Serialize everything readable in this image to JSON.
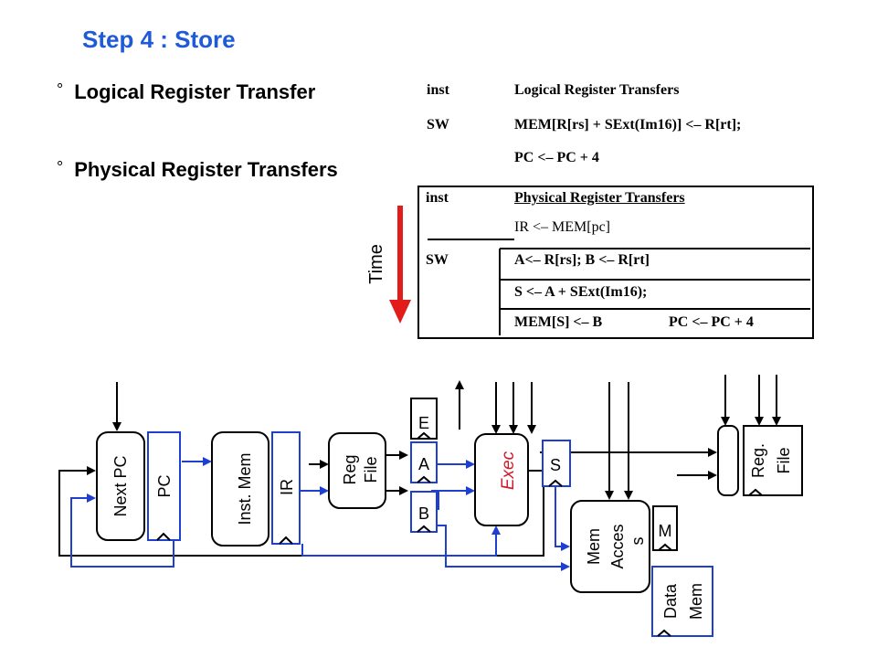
{
  "title": "Step 4 : Store",
  "bullets": {
    "marker": "°",
    "logical": "Logical Register Transfer",
    "physical": "Physical Register Transfers"
  },
  "logical_table": {
    "col1_header": "inst",
    "col2_header": "Logical Register Transfers",
    "inst": "SW",
    "line1": "MEM[R[rs] + SExt(Im16)] <– R[rt];",
    "line2": "PC <– PC + 4"
  },
  "physical_table": {
    "col1_header": "inst",
    "col2_header": "Physical Register Transfers",
    "row0": "IR <– MEM[pc]",
    "inst": "SW",
    "row1": "A<– R[rs]; B <– R[rt]",
    "row2": "S <– A + SExt(Im16);",
    "row3a": "MEM[S] <– B",
    "row3b": "PC <– PC + 4"
  },
  "time_label": "Time",
  "blocks": {
    "next_pc": "Next PC",
    "pc": "PC",
    "inst_mem": "Inst. Mem",
    "ir": "IR",
    "reg_file_1": "Reg",
    "reg_file_2": "File",
    "e": "E",
    "a": "A",
    "b": "B",
    "exec": "Exec",
    "s": "S",
    "mem_1": "Mem",
    "mem_2": "Acces",
    "mem_3": "s",
    "m": "M",
    "data_mem_1": "Data",
    "data_mem_2": "Mem",
    "reg_file2_1": "Reg.",
    "reg_file2_2": "File"
  },
  "colors": {
    "title": "#1f5bd6",
    "wire_blue": "#1f3fcf",
    "arrow_red": "#e21b1b",
    "exec_text": "#d11a2a"
  }
}
